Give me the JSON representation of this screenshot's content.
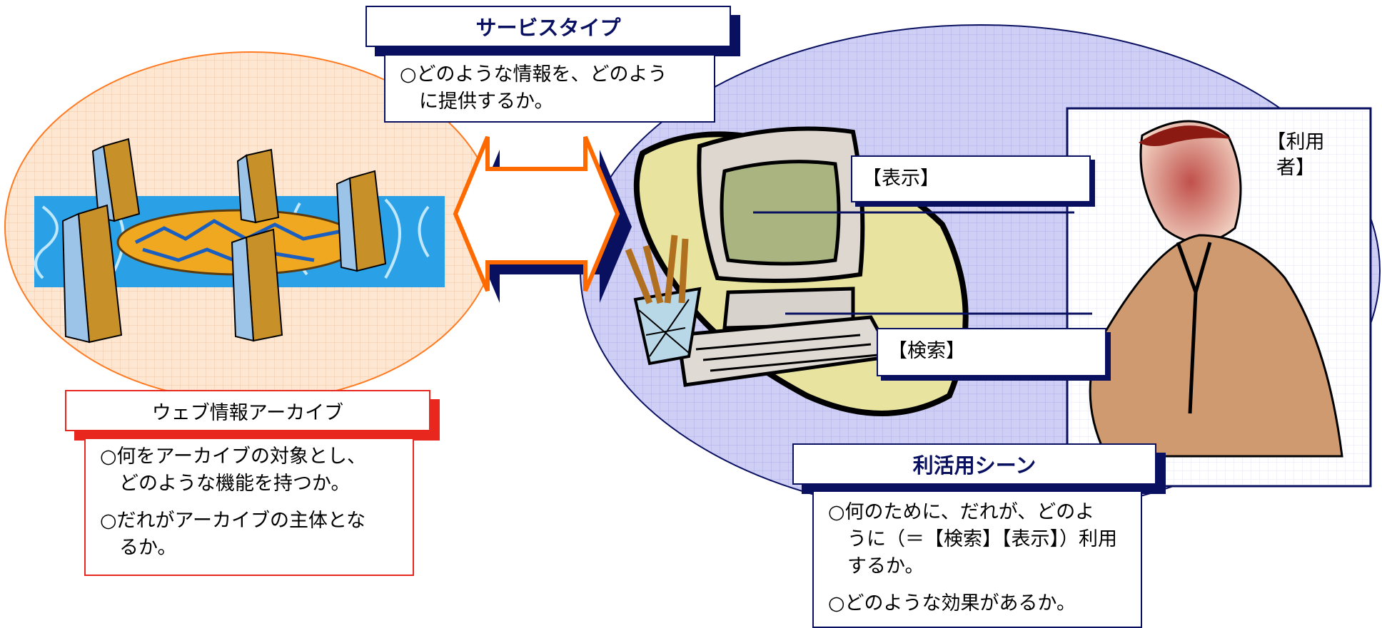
{
  "colors": {
    "navy": "#0a1060",
    "red": "#e8281e",
    "orange": "#ff6a00",
    "lavender": "#c8c8f4",
    "peach": "#fce0c8"
  },
  "service_type": {
    "title": "サービスタイプ",
    "body": [
      "○どのような情報を、どのよう\n　に提供するか。"
    ]
  },
  "archive": {
    "title": "ウェブ情報アーカイブ",
    "body": [
      "○何をアーカイブの対象とし、\n　どのような機能を持つか。",
      "○だれがアーカイブの主体とな\n　るか。"
    ]
  },
  "usage": {
    "title": "利活用シーン",
    "body": [
      "○何のために、だれが、どのよ\n　うに（＝【検索】【表示】）利用\n　するか。",
      "○どのような効果があるか。"
    ]
  },
  "display_label": "【表示】",
  "search_label": "【検索】",
  "user_label": "【利用\n者】",
  "icons": [
    "server-cluster-icon",
    "computer-icon",
    "pencil-cup-icon",
    "user-figure-icon",
    "double-arrow-icon"
  ]
}
